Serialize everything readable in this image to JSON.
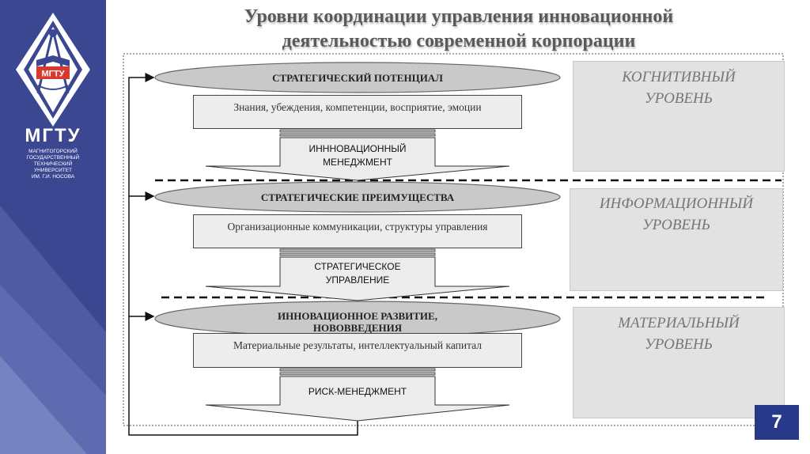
{
  "title": {
    "line1": "Уровни координации управления инновационной",
    "line2": "деятельностью современной корпорации"
  },
  "sidebar": {
    "logo_text": "МГТУ",
    "abbr": "МГТУ",
    "full_name": [
      "Магнитогорский",
      "государственный",
      "технический",
      "университет",
      "им. Г.И. Носова"
    ]
  },
  "diagram": {
    "stages": [
      {
        "ellipse": "СТРАТЕГИЧЕСКИЙ ПОТЕНЦИАЛ",
        "box": "Знания, убеждения, компетенции, восприятие, эмоции",
        "arrow": "ИНННОВАЦИОННЫЙ МЕНЕДЖМЕНТ"
      },
      {
        "ellipse": "СТРАТЕГИЧЕСКИЕ ПРЕИМУЩЕСТВА",
        "box": "Организационные коммуникации, структуры управления",
        "arrow": "СТРАТЕГИЧЕСКОЕ УПРАВЛЕНИЕ"
      },
      {
        "ellipse": "ИННОВАЦИОННОЕ РАЗВИТИЕ, НОВОВВЕДЕНИЯ",
        "box": "Материальные результаты, интеллектуальный капитал",
        "arrow": "РИСК-МЕНЕДЖМЕНТ"
      }
    ],
    "levels": [
      {
        "line1": "КОГНИТИВНЫЙ",
        "line2": "УРОВЕНЬ"
      },
      {
        "line1": "ИНФОРМАЦИОННЫЙ",
        "line2": "УРОВЕНЬ"
      },
      {
        "line1": "МАТЕРИАЛЬНЫЙ",
        "line2": "УРОВЕНЬ"
      }
    ]
  },
  "page_number": "7",
  "colors": {
    "sidebar": "#3b4790",
    "page_badge": "#283989",
    "ellipse_fill": "#c9c9c9",
    "level_box": "#e2e2e2",
    "title_text": "#5a5a5a"
  }
}
